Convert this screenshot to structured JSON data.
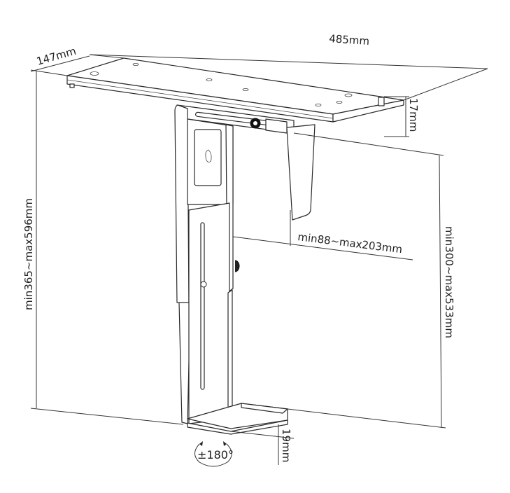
{
  "diagram": {
    "subject": "Under-desk CPU holder mount",
    "background": "#ffffff",
    "line_color": "#2a2a2a",
    "labels": {
      "plate_depth": "147mm",
      "plate_width": "485mm",
      "plate_thickness": "17mm",
      "total_height": "min365~max596mm",
      "width_range": "min88~max203mm",
      "inner_height": "min300~max533mm",
      "base_thickness": "19mm",
      "rotation": "±180°"
    }
  }
}
